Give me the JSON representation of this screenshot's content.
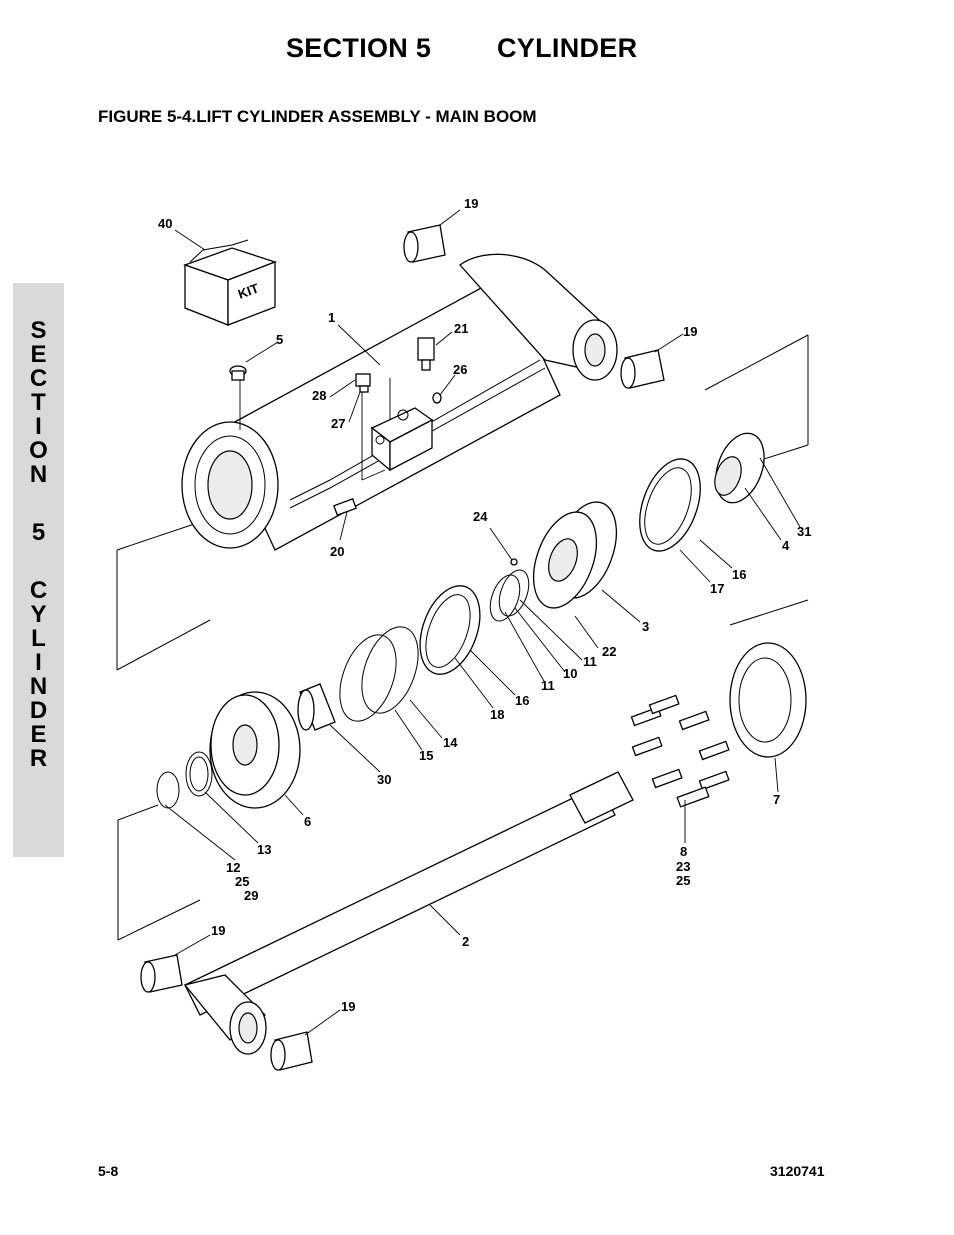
{
  "header": {
    "section": "SECTION 5",
    "chapter": "CYLINDER"
  },
  "figure": {
    "title": "FIGURE 5-4.LIFT CYLINDER ASSEMBLY - MAIN BOOM"
  },
  "side_tab": {
    "chars": [
      "S",
      "E",
      "C",
      "T",
      "I",
      "O",
      "N",
      "5",
      "C",
      "Y",
      "L",
      "I",
      "N",
      "D",
      "E",
      "R"
    ]
  },
  "kit_box_label": "KIT",
  "callouts": [
    "40",
    "19",
    "1",
    "5",
    "21",
    "19",
    "26",
    "28",
    "27",
    "20",
    "24",
    "31",
    "4",
    "16",
    "17",
    "3",
    "22",
    "11",
    "10",
    "11",
    "16",
    "18",
    "14",
    "15",
    "30",
    "6",
    "7",
    "13",
    "12",
    "25",
    "29",
    "8",
    "23",
    "25",
    "2",
    "19",
    "19"
  ],
  "footer": {
    "page": "5-8",
    "doc_number": "3120741"
  }
}
